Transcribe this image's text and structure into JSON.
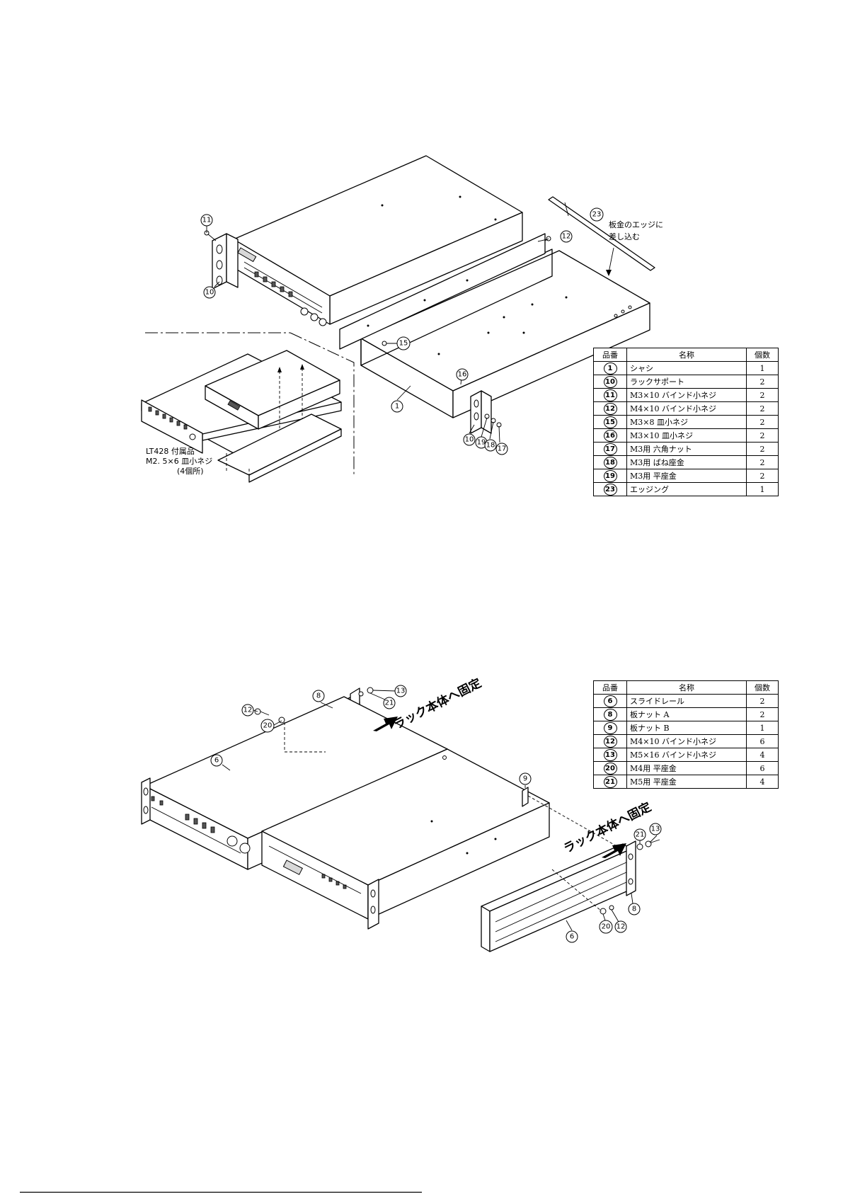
{
  "top_diagram": {
    "callouts": {
      "c11a": "11",
      "c10a": "10",
      "c23": "23",
      "c12a": "12",
      "c15": "15",
      "c1": "1",
      "c16": "16",
      "c10b": "10",
      "c19": "19",
      "c18": "18",
      "c17": "17"
    },
    "edge_note_line1": "板金のエッジに",
    "edge_note_line2": "差し込む",
    "accessory_note_line1": "LT428 付属品",
    "accessory_note_line2": "M2. 5×6 皿小ネジ",
    "accessory_note_line3": "(4個所)"
  },
  "top_parts_table": {
    "headers": {
      "number": "品番",
      "name": "名称",
      "count": "個数"
    },
    "rows": [
      {
        "number": "1",
        "name": "シャシ",
        "count": "1"
      },
      {
        "number": "10",
        "name": "ラックサポート",
        "count": "2"
      },
      {
        "number": "11",
        "name": "M3×10 バインド小ネジ",
        "count": "2"
      },
      {
        "number": "12",
        "name": "M4×10 バインド小ネジ",
        "count": "2"
      },
      {
        "number": "15",
        "name": "M3×8 皿小ネジ",
        "count": "2"
      },
      {
        "number": "16",
        "name": "M3×10 皿小ネジ",
        "count": "2"
      },
      {
        "number": "17",
        "name": "M3用 六角ナット",
        "count": "2"
      },
      {
        "number": "18",
        "name": "M3用 ばね座金",
        "count": "2"
      },
      {
        "number": "19",
        "name": "M3用 平座金",
        "count": "2"
      },
      {
        "number": "23",
        "name": "エッジング",
        "count": "1"
      }
    ]
  },
  "bottom_diagram": {
    "callouts": {
      "c12a": "12",
      "c20a": "20",
      "c8a": "8",
      "c21a": "21",
      "c13a": "13",
      "c6a": "6",
      "c9": "9",
      "c21b": "21",
      "c13b": "13",
      "c8b": "8",
      "c20b": "20",
      "c12b": "12",
      "c6b": "6"
    },
    "fix_label_left": "ラック本体へ固定",
    "fix_label_right": "ラック本体へ固定"
  },
  "bottom_parts_table": {
    "headers": {
      "number": "品番",
      "name": "名称",
      "count": "個数"
    },
    "rows": [
      {
        "number": "6",
        "name": "スライドレール",
        "count": "2"
      },
      {
        "number": "8",
        "name": "板ナット A",
        "count": "2"
      },
      {
        "number": "9",
        "name": "板ナット B",
        "count": "1"
      },
      {
        "number": "12",
        "name": "M4×10 バインド小ネジ",
        "count": "6"
      },
      {
        "number": "13",
        "name": "M5×16 バインド小ネジ",
        "count": "4"
      },
      {
        "number": "20",
        "name": "M4用 平座金",
        "count": "6"
      },
      {
        "number": "21",
        "name": "M5用 平座金",
        "count": "4"
      }
    ]
  }
}
